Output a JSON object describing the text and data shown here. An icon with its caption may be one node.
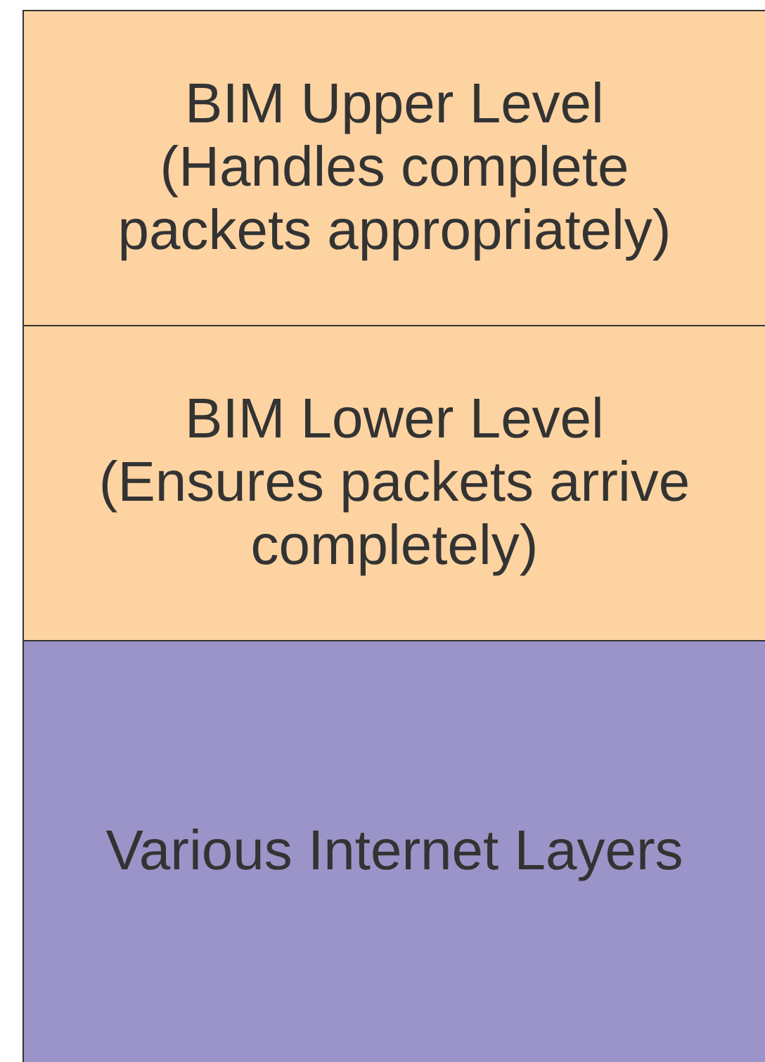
{
  "diagram": {
    "nodes": [
      {
        "text": [
          "BIM Upper Level",
          "(Handles complete packets appropriately)"
        ]
      },
      {
        "text": [
          "BIM Lower Level",
          "(Ensures packets arrive completely)"
        ]
      },
      {
        "text": [
          "Various Internet Layers"
        ]
      }
    ]
  }
}
